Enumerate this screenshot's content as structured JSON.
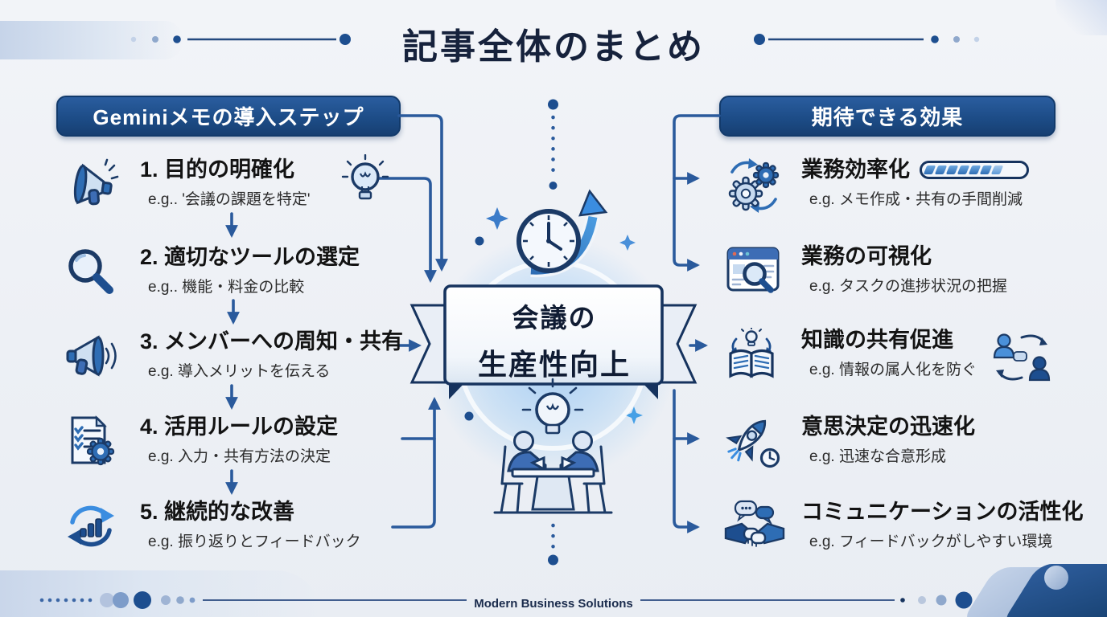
{
  "title": "記事全体のまとめ",
  "left_panel": {
    "header": "Geminiメモの導入ステップ",
    "steps": [
      {
        "title": "1. 目的の明確化",
        "example": "e.g.. '会議の課題を特定'",
        "icon": "megaphone-icon",
        "extra_icon": "lightbulb-icon"
      },
      {
        "title": "2. 適切なツールの選定",
        "example": "e.g.. 機能・料金の比較",
        "icon": "magnifier-icon"
      },
      {
        "title": "3. メンバーへの周知・共有",
        "example": "e.g. 導入メリットを伝える",
        "icon": "megaphone-sound-icon"
      },
      {
        "title": "4. 活用ルールの設定",
        "example": "e.g. 入力・共有方法の決定",
        "icon": "checklist-gear-icon"
      },
      {
        "title": "5. 継続的な改善",
        "example": "e.g. 振り返りとフィードバック",
        "icon": "cycle-chart-icon"
      }
    ]
  },
  "right_panel": {
    "header": "期待できる効果",
    "effects": [
      {
        "title": "業務効率化",
        "example": "e.g. メモ作成・共有の手間削減",
        "icon": "gears-sync-icon",
        "extra_icon": "progress-bar"
      },
      {
        "title": "業務の可視化",
        "example": "e.g. タスクの進捗状況の把握",
        "icon": "browser-search-icon"
      },
      {
        "title": "知識の共有促進",
        "example": "e.g. 情報の属人化を防ぐ",
        "icon": "book-idea-icon",
        "extra_icon": "people-exchange-icon"
      },
      {
        "title": "意思決定の迅速化",
        "example": "e.g. 迅速な合意形成",
        "icon": "rocket-clock-icon"
      },
      {
        "title": "コミュニケーションの活性化",
        "example": "e.g. フィードバックがしやすい環境",
        "icon": "handshake-chat-icon"
      }
    ]
  },
  "center": {
    "banner_line1": "会議の",
    "banner_line2": "生産性向上",
    "top_icon": "clock-growth-arrow-icon",
    "bottom_icon": "meeting-people-icon"
  },
  "footer": {
    "brand": "Modern Business Solutions"
  },
  "colors": {
    "navy_outline": "#1b3a66",
    "badge_blue": "#1c4b85",
    "accent_blue": "#2e6db4",
    "bright_blue": "#3b8de0",
    "light_blue": "#c7daf0",
    "background": "#edf0f5",
    "text_dark": "#131313"
  }
}
